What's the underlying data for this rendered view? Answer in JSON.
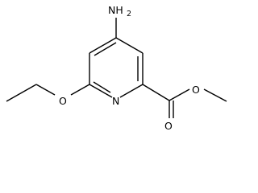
{
  "molecule": {
    "atoms": {
      "amino_n": "NH",
      "amino_h_count": "2",
      "ring_n": "N",
      "ether_o": "O",
      "carbonyl_o": "O",
      "ester_o": "O"
    }
  },
  "colors": {
    "bond": "#000000",
    "label": "#000000",
    "background": "#ffffff"
  }
}
